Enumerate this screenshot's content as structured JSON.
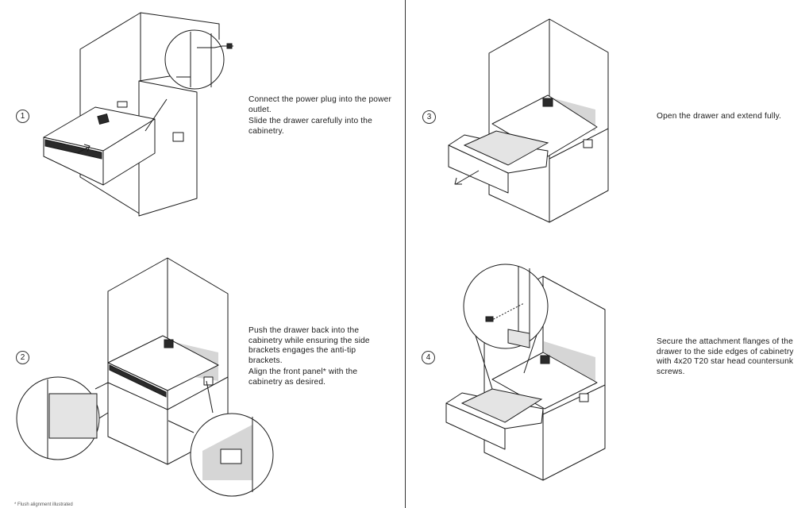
{
  "steps": [
    {
      "number": "1",
      "lines": [
        "Connect the power plug into the power outlet.",
        "Slide the drawer carefully into the cabinetry."
      ]
    },
    {
      "number": "2",
      "lines": [
        "Push the drawer back into the cabinetry while ensuring the side brackets engages the anti-tip brackets.",
        "Align the front panel* with the cabinetry as desired."
      ]
    },
    {
      "number": "3",
      "lines": [
        "Open the drawer and extend fully."
      ]
    },
    {
      "number": "4",
      "lines": [
        "Secure the attachment flanges of the drawer to the side edges of cabinetry with 4x20 T20 star head countersunk screws."
      ]
    }
  ],
  "footnote": "* Flush alignment illustrated"
}
